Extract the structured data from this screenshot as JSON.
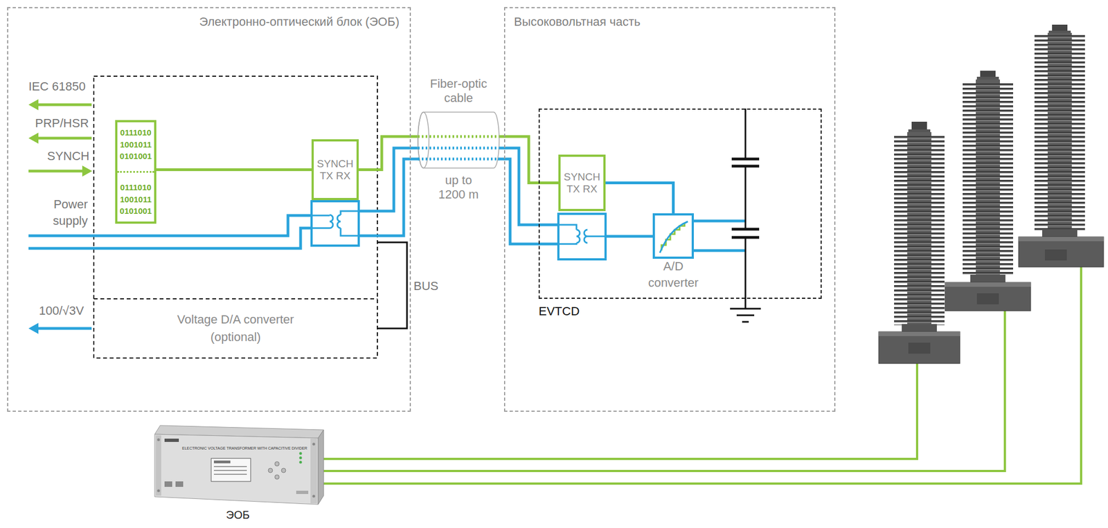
{
  "diagram": {
    "nodes": [
      {
        "text": [
          "Электронно-оптический блок (ЭОБ)"
        ]
      },
      {
        "text": [
          "0111010 1001011 0101001",
          "0111010 1001011 0101001"
        ],
        "in": 0
      },
      {
        "text": [
          "SYNCH TX RX"
        ],
        "in": 0
      },
      {
        "text": [
          "Voltage D/A converter (optional)"
        ],
        "in": 0
      },
      {
        "text": [
          "Fiber-optic cable",
          "up to 1200 m"
        ]
      },
      {
        "text": [
          "Высоковольтная часть"
        ]
      },
      {
        "text": [
          "EVTCD"
        ],
        "in": 5
      },
      {
        "text": [
          "SYNCH TX RX"
        ],
        "in": 6
      },
      {
        "text": [
          "A/D converter"
        ],
        "in": 6
      }
    ],
    "edges": [
      {
        "from": 1,
        "to": 2,
        "arrow": "none"
      },
      {
        "from": 2,
        "to": 7,
        "arrow": "none"
      },
      {
        "from": 7,
        "to": 8,
        "arrow": "none"
      }
    ],
    "labels": [
      "IEC 61850",
      "PRP/HSR",
      "SYNCH",
      "Power supply",
      "100/√3V",
      "BUS",
      "ELECTRONIC VOLTAGE TRANSFORMER WITH CAPACITIVE DIVIDER",
      "ЭОБ"
    ]
  }
}
